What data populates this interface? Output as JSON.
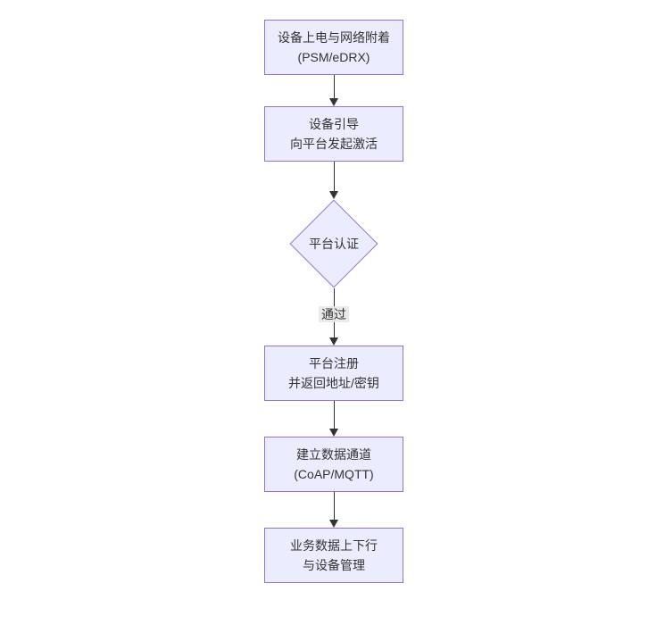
{
  "diagram": {
    "type": "flowchart",
    "direction": "top-down",
    "colors": {
      "node_fill": "#ECECFF",
      "node_border": "#9370DB",
      "arrow_line": "#333333",
      "text": "#333333",
      "edge_label_bg": "#e8e8e8",
      "background": "#ffffff"
    },
    "nodes": [
      {
        "id": "power-attach",
        "shape": "rect",
        "line1": "设备上电与网络附着",
        "line2": "(PSM/eDRX)"
      },
      {
        "id": "bootstrap",
        "shape": "rect",
        "line1": "设备引导",
        "line2": "向平台发起激活"
      },
      {
        "id": "auth",
        "shape": "diamond",
        "line1": "平台认证"
      },
      {
        "id": "register",
        "shape": "rect",
        "line1": "平台注册",
        "line2": "并返回地址/密钥"
      },
      {
        "id": "channel",
        "shape": "rect",
        "line1": "建立数据通道",
        "line2": "(CoAP/MQTT)"
      },
      {
        "id": "business",
        "shape": "rect",
        "line1": "业务数据上下行",
        "line2": "与设备管理"
      }
    ],
    "edges": [
      {
        "from": "power-attach",
        "to": "bootstrap",
        "label": ""
      },
      {
        "from": "bootstrap",
        "to": "auth",
        "label": ""
      },
      {
        "from": "auth",
        "to": "register",
        "label": "通过"
      },
      {
        "from": "register",
        "to": "channel",
        "label": ""
      },
      {
        "from": "channel",
        "to": "business",
        "label": ""
      }
    ]
  }
}
